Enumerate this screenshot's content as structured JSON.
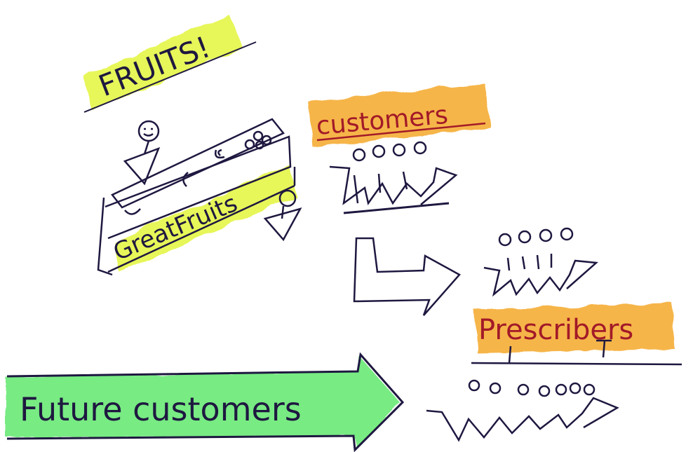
{
  "labels": {
    "fruits": "FRUITS!",
    "great_fruits": "GreatFruits",
    "customers": "customers",
    "prescribers": "Prescribers",
    "future_customers": "Future customers"
  },
  "colors": {
    "ink": "#1e1840",
    "red_ink": "#a21a28",
    "yellow_highlight": "#e3f53a",
    "orange_highlight": "#f5a92b",
    "green_highlight": "#4be55a"
  }
}
